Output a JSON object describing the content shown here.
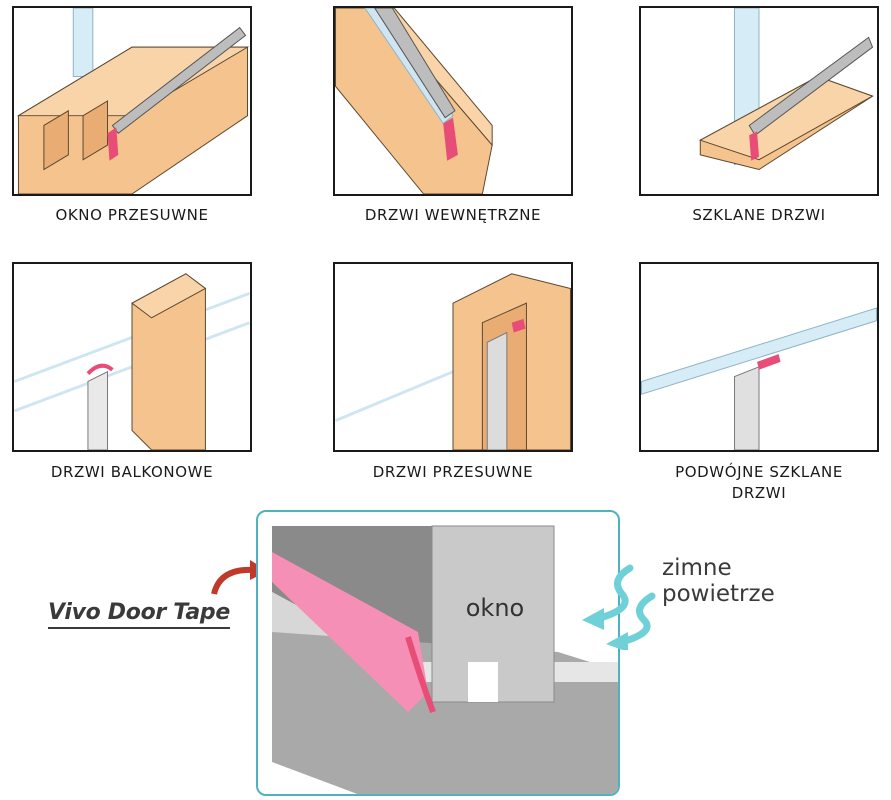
{
  "panels": [
    {
      "caption": "OKNO PRZESUWNE"
    },
    {
      "caption": "DRZWI WEWNĘTRZNE"
    },
    {
      "caption": "SZKLANE DRZWI"
    },
    {
      "caption": "DRZWI BALKONOWE"
    },
    {
      "caption": "DRZWI PRZESUWNE"
    },
    {
      "caption": "PODWÓJNE SZKLANE\nDRZWI"
    }
  ],
  "detail": {
    "brand": "Vivo Door Tape",
    "window_label": "okno",
    "cold_air_line1": "zimne",
    "cold_air_line2": "powietrze"
  },
  "colors": {
    "wood": "#f5c38d",
    "wood_dark": "#e9ad73",
    "glass": "#cfe6f2",
    "tape": "#e84d78",
    "frame_border": "#4fb3bf",
    "arrow_red": "#c0392b",
    "air_arrow": "#6fd0d8",
    "profile_grey": "#8a8a8a"
  },
  "icons": {
    "pointer": "curved-arrow-icon",
    "cold_air": "wavy-arrow-icon"
  }
}
